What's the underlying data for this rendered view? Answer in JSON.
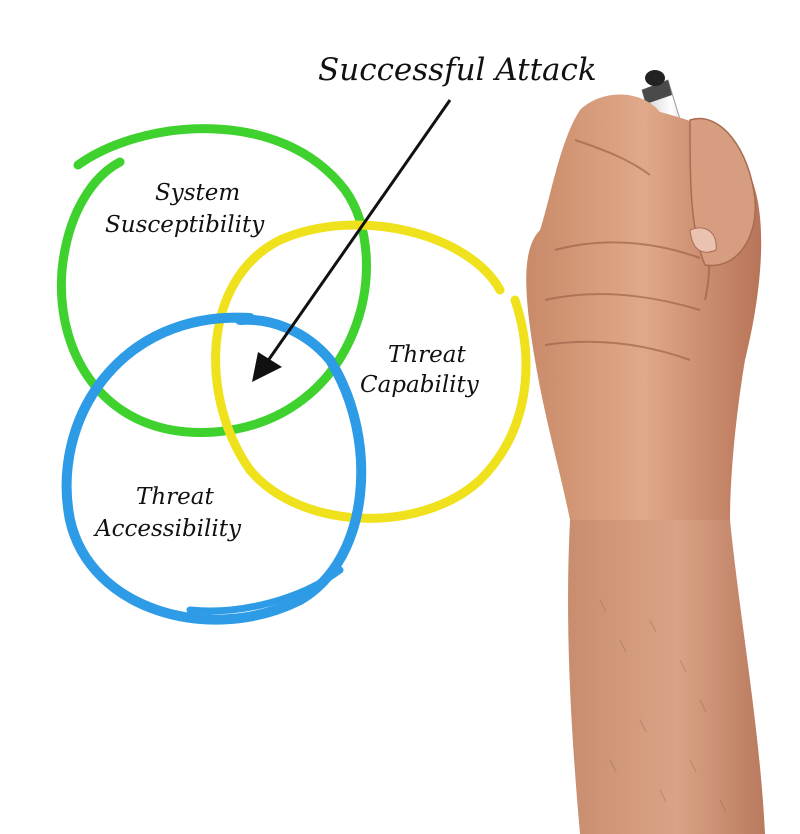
{
  "diagram": {
    "title": "Successful Attack",
    "circles": [
      {
        "id": "system-susceptibility",
        "label_line1": "System",
        "label_line2": "Susceptibility",
        "color": "#3fd12e"
      },
      {
        "id": "threat-capability",
        "label_line1": "Threat",
        "label_line2": "Capability",
        "color": "#f0e11d"
      },
      {
        "id": "threat-accessibility",
        "label_line1": "Threat",
        "label_line2": "Accessibility",
        "color": "#2d9be6"
      }
    ],
    "arrow_color": "#111111"
  },
  "illustration": {
    "hand": "hand-holding-marker",
    "marker": "marker-pen"
  }
}
